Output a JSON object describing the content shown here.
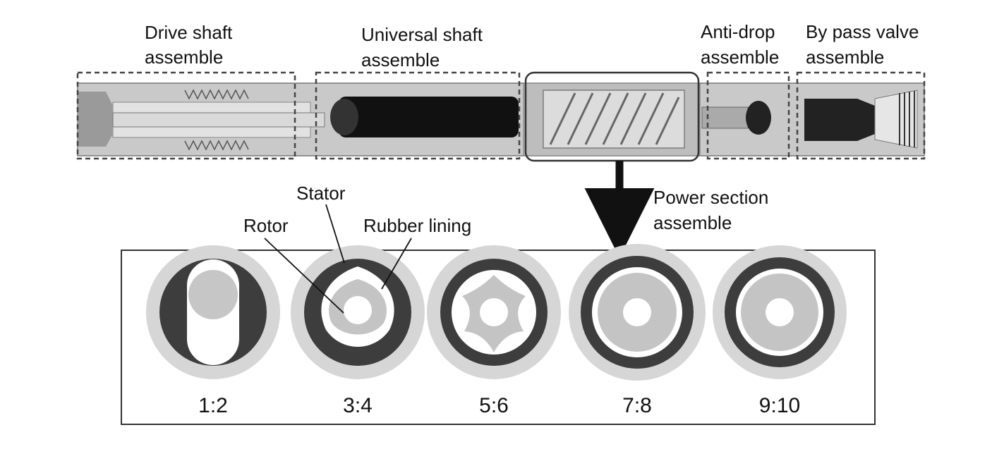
{
  "assemblies": {
    "drive_shaft": [
      "Drive shaft",
      "assemble"
    ],
    "universal_shaft": [
      "Universal shaft",
      "assemble"
    ],
    "anti_drop": [
      "Anti-drop",
      "assemble"
    ],
    "bypass_valve": [
      "By pass valve",
      "assemble"
    ],
    "power_section": [
      "Power section",
      "assemble"
    ]
  },
  "parts": {
    "stator": "Stator",
    "rotor": "Rotor",
    "rubber_lining": "Rubber lining"
  },
  "ratios": [
    "1:2",
    "3:4",
    "5:6",
    "7:8",
    "9:10"
  ],
  "colors": {
    "outer_ring": "#d6d6d6",
    "rubber_lining": "#3d3d3d",
    "rotor": "#c4c4c4",
    "tool_body": "#bdbdbd",
    "shaft_dark": "#111111"
  }
}
